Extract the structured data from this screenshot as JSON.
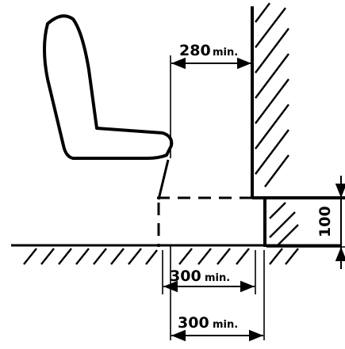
{
  "dimensions": {
    "top_gap": {
      "value": "280",
      "suffix": "min."
    },
    "lower_inner": {
      "value": "300",
      "suffix": "min."
    },
    "lower_outer": {
      "value": "300",
      "suffix": "min."
    },
    "step_height": {
      "value": "100"
    }
  },
  "colors": {
    "ink": "#000000",
    "paper": "#ffffff"
  }
}
